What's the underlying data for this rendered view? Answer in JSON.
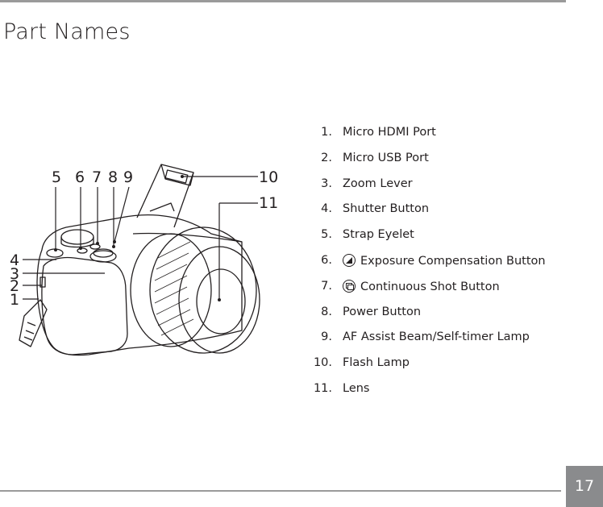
{
  "page": {
    "title": "Part Names",
    "page_number": "17"
  },
  "diagram": {
    "callouts": [
      "5",
      "6",
      "7",
      "8",
      "9",
      "10",
      "11",
      "4",
      "3",
      "2",
      "1"
    ]
  },
  "parts": [
    {
      "num": "1.",
      "label": "Micro HDMI Port"
    },
    {
      "num": "2.",
      "label": "Micro USB Port"
    },
    {
      "num": "3.",
      "label": "Zoom Lever"
    },
    {
      "num": "4.",
      "label": "Shutter Button"
    },
    {
      "num": "5.",
      "label": "Strap Eyelet"
    },
    {
      "num": "6.",
      "label": "Exposure Compensation Button",
      "icon": "exposure-compensation-icon"
    },
    {
      "num": "7.",
      "label": "Continuous Shot Button",
      "icon": "continuous-shot-icon"
    },
    {
      "num": "8.",
      "label": "Power Button"
    },
    {
      "num": "9.",
      "label": "AF Assist Beam/Self-timer Lamp"
    },
    {
      "num": "10.",
      "label": "Flash Lamp"
    },
    {
      "num": "11.",
      "label": "Lens"
    }
  ]
}
